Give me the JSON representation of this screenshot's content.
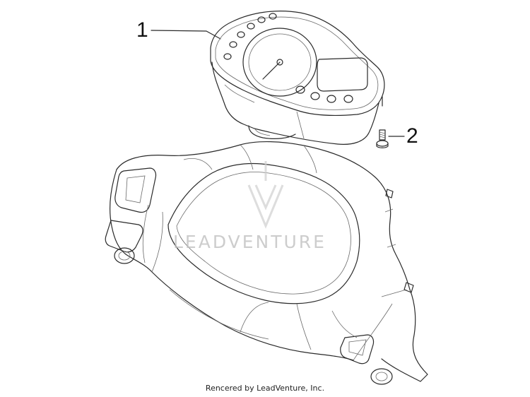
{
  "callouts": [
    {
      "label": "1",
      "part": "dashboard-instrument-cluster"
    },
    {
      "label": "2",
      "part": "screw"
    }
  ],
  "watermark": {
    "text": "LEADVENTURE"
  },
  "footer": {
    "text": "Rencered by LeadVenture, Inc."
  },
  "colors": {
    "line": "#2a2a2a",
    "watermark": "#bdbdbd",
    "background": "#ffffff"
  }
}
